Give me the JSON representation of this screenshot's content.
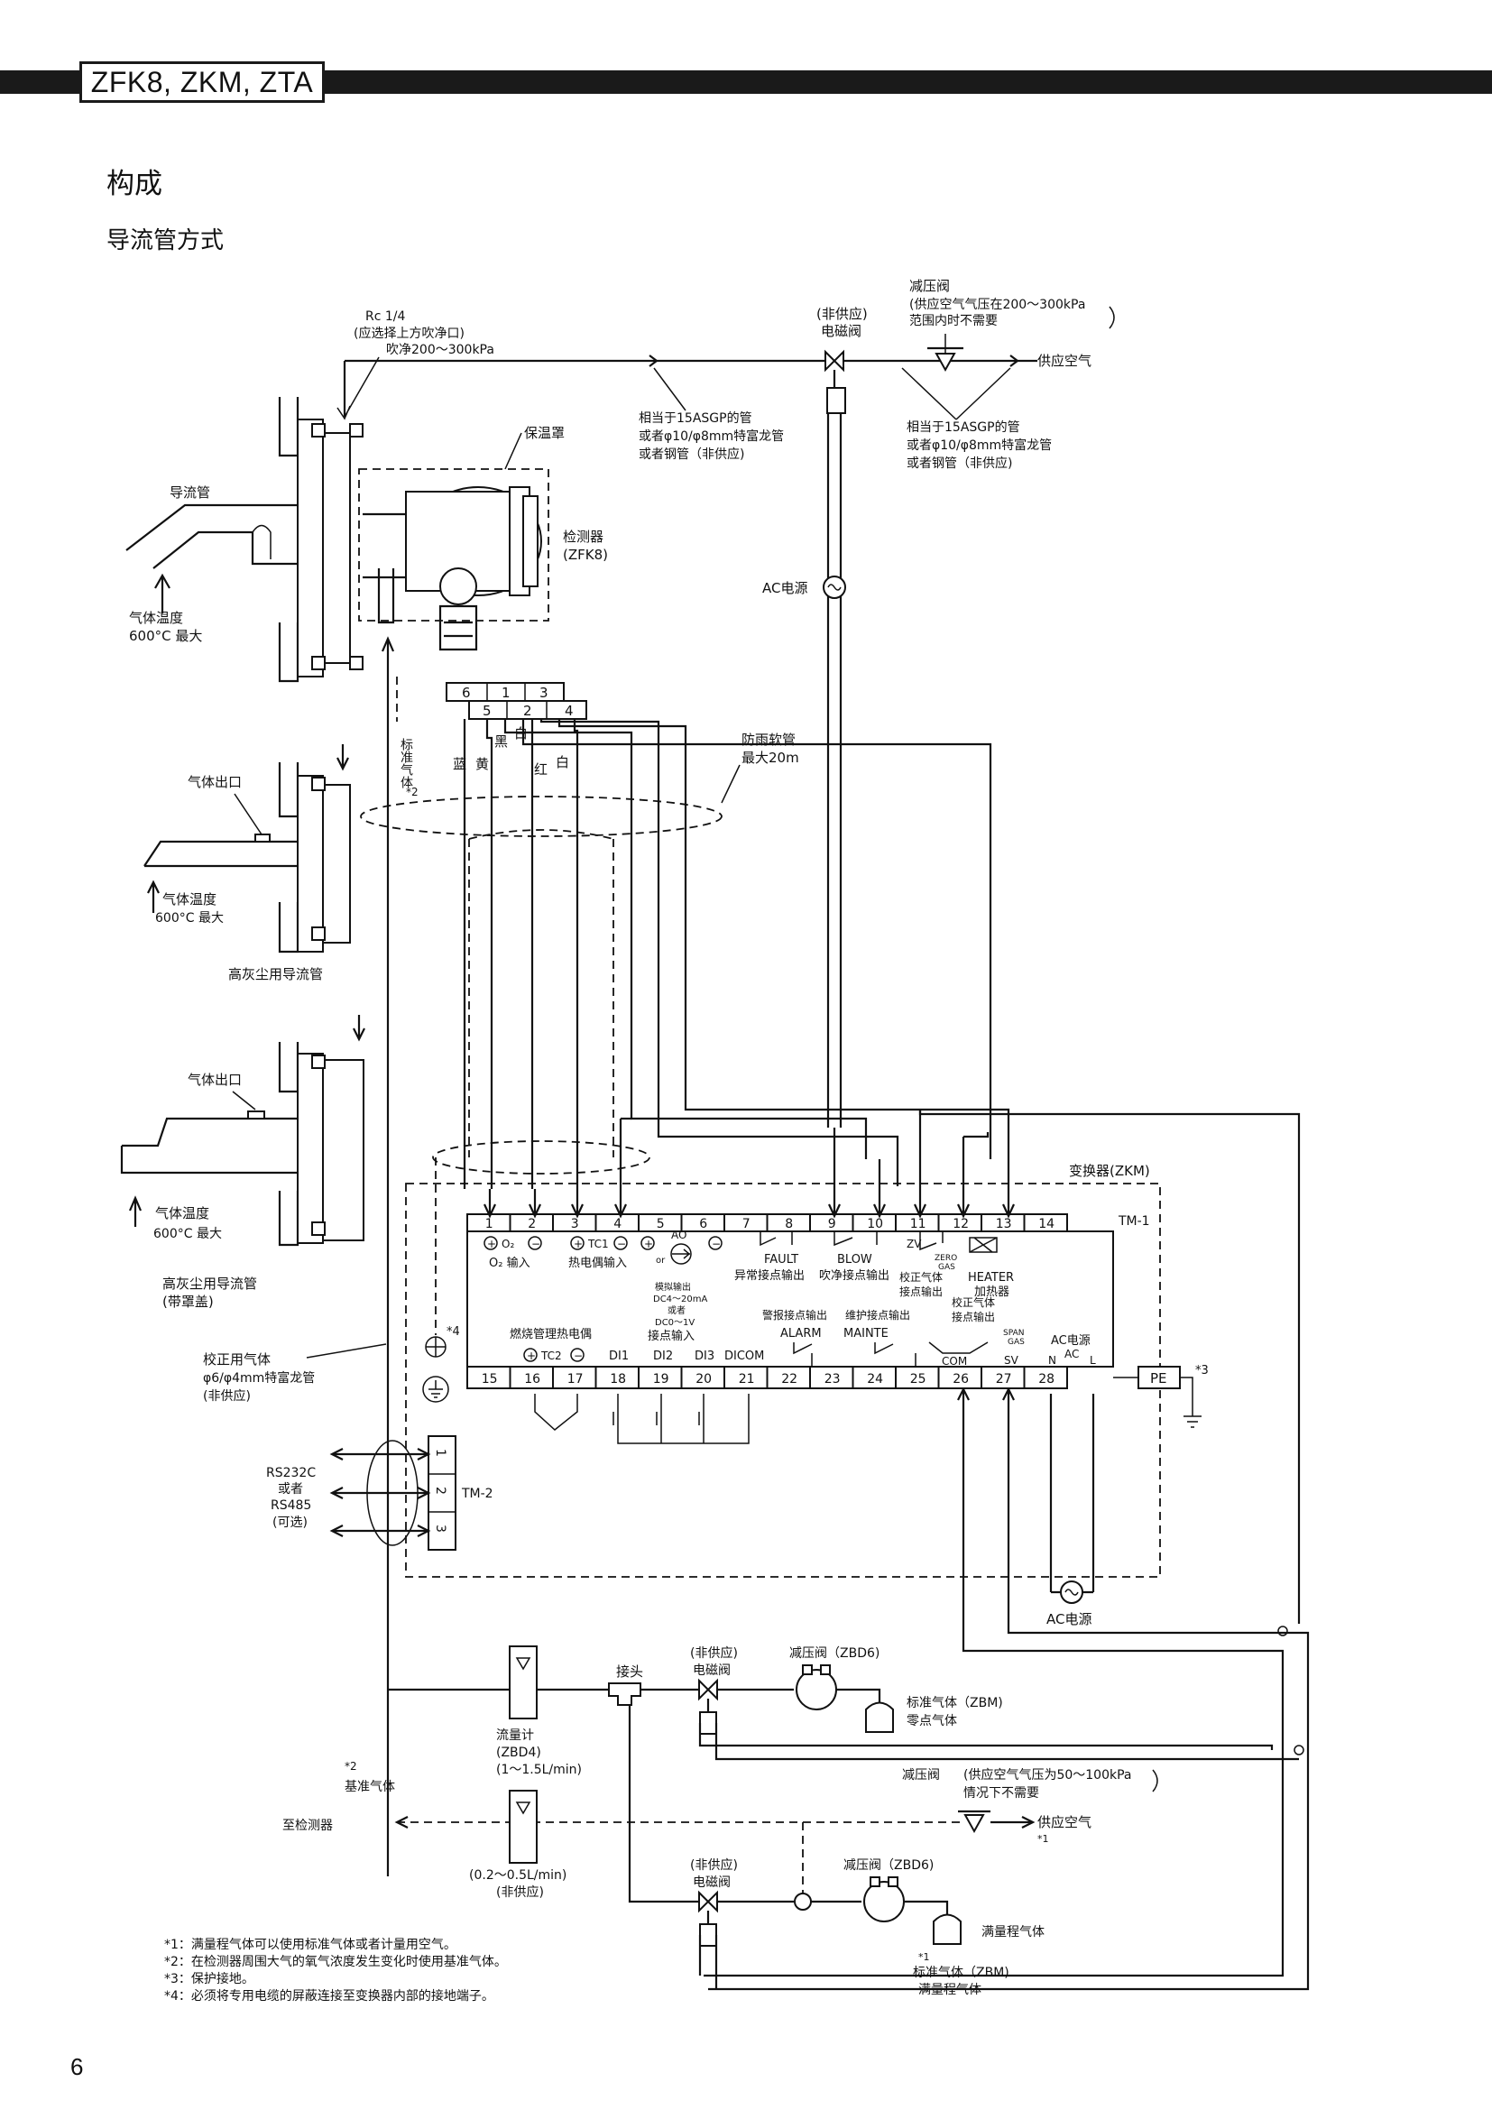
{
  "header": {
    "model": "ZFK8, ZKM, ZTA"
  },
  "title": "构成",
  "subtitle": "导流管方式",
  "page_number": "6",
  "probe": {
    "rc_label": "Rc 1/4",
    "rc_note": "(应选择上方吹净口)",
    "blow": "吹净200～300kPa",
    "pipe_label": "导流管",
    "gas_temp": "气体温度",
    "temp_max": "600°C 最大",
    "cover": "保温罩",
    "detector": "检测器",
    "detector_model": "(ZFK8)",
    "std_gas_vertical": "标准气体",
    "note2": "*2"
  },
  "top_air": {
    "nonsupply": "(非供应)",
    "solenoid": "电磁阀",
    "reducer": "减压阀",
    "reducer_note1": "(供应空气气压在200～300kPa",
    "reducer_note2": "范围内时不需要",
    "supply_air": "供应空气",
    "pipe1_l1": "相当于15ASGP的管",
    "pipe1_l2": "或者φ10/φ8mm特富龙管",
    "pipe1_l3": "或者钢管（非供应)",
    "pipe2_l1": "相当于15ASGP的管",
    "pipe2_l2": "或者φ10/φ8mm特富龙管",
    "pipe2_l3": "或者钢管（非供应)",
    "ac_power": "AC电源"
  },
  "connector": {
    "top": [
      "6",
      "1",
      "3"
    ],
    "bottom": [
      "5",
      "2",
      "4"
    ],
    "wire_colors": [
      "蓝",
      "黄",
      "黑",
      "白",
      "红",
      "白"
    ],
    "hose": "防雨软管",
    "hose_max": "最大20m"
  },
  "outlet1": {
    "gas_out": "气体出口",
    "temp": "气体温度",
    "temp_max": "600°C 最大",
    "caption": "高灰尘用导流管"
  },
  "outlet2": {
    "gas_out": "气体出口",
    "temp": "气体温度",
    "temp_max": "600°C 最大",
    "caption1": "高灰尘用导流管",
    "caption2": "(带罩盖)"
  },
  "zkm": {
    "label": "变换器(ZKM)",
    "tm1": "TM-1",
    "tm2": "TM-2",
    "terminals_top": [
      "1",
      "2",
      "3",
      "4",
      "5",
      "6",
      "7",
      "8",
      "9",
      "10",
      "11",
      "12",
      "13",
      "14"
    ],
    "terminals_bottom": [
      "15",
      "16",
      "17",
      "18",
      "19",
      "20",
      "21",
      "22",
      "23",
      "24",
      "25",
      "26",
      "27",
      "28"
    ],
    "o2": "O₂",
    "o2_in": "O₂ 输入",
    "tc1": "TC1",
    "tc_in": "热电偶输入",
    "ao": "AO",
    "or": "or",
    "analog1": "模拟输出",
    "analog2": "DC4～20mA",
    "analog3": "或者",
    "analog4": "DC0～1V",
    "analog5": "接点输入",
    "fault": "FAULT",
    "fault_out": "异常接点输出",
    "blow": "BLOW",
    "blow_out": "吹净接点输出",
    "zv": "ZV",
    "zero": "ZERO",
    "gas": "GAS",
    "cal1": "校正气体",
    "cal2": "接点输出",
    "heater": "HEATER",
    "heater_cn": "加热器",
    "alarm_out": "警报接点输出",
    "mainte_out": "维护接点输出",
    "alarm": "ALARM",
    "mainte": "MAINTE",
    "cal3": "校正气体",
    "cal4": "接点输出",
    "span": "SPAN",
    "span_gas": "GAS",
    "ac_power": "AC电源",
    "ac": "AC",
    "n": "N",
    "l": "L",
    "tc2_title": "燃烧管理热电偶",
    "tc2": "TC2",
    "di1": "DI1",
    "di2": "DI2",
    "di3": "DI3",
    "dicom": "DICOM",
    "com": "COM",
    "sv": "SV",
    "pe": "PE",
    "note3": "*3",
    "note4": "*4",
    "tm2_terms": [
      "1",
      "2",
      "3"
    ],
    "rs1": "RS232C",
    "rs2": "或者",
    "rs3": "RS485",
    "rs4": "(可选)",
    "ac_below": "AC电源"
  },
  "calgas": {
    "l1": "校正用气体",
    "l2": "φ6/φ4mm特富龙管",
    "l3": "(非供应)"
  },
  "bottom": {
    "joint": "接头",
    "nonsupply1": "(非供应)",
    "solenoid1": "电磁阀",
    "reducer1": "减压阀（ZBD6)",
    "std_gas": "标准气体（ZBM)",
    "zero_gas": "零点气体",
    "flow_l1": "流量计",
    "flow_l2": "(ZBD4)",
    "flow_l3": "(1～1.5L/min)",
    "note2": "*2",
    "ref_gas": "基准气体",
    "to_detector": "至检测器",
    "reducer2": "减压阀",
    "reducer2_note1": "(供应空气气压为50～100kPa",
    "reducer2_note2": "情况下不需要",
    "supply_air": "供应空气",
    "note1": "*1",
    "flow2_l1": "(0.2～0.5L/min)",
    "flow2_l2": "(非供应)",
    "nonsupply2": "(非供应)",
    "solenoid2": "电磁阀",
    "reducer3": "减压阀（ZBD6)",
    "span_gas": "满量程气体",
    "note1b": "*1",
    "std_gas2": "标准气体（ZBM)",
    "span_gas2": "满量程气体"
  },
  "footnotes": [
    "*1：满量程气体可以使用标准气体或者计量用空气。",
    "*2：在检测器周围大气的氧气浓度发生变化时使用基准气体。",
    "*3：保护接地。",
    "*4：必须将专用电缆的屏蔽连接至变换器内部的接地端子。"
  ]
}
